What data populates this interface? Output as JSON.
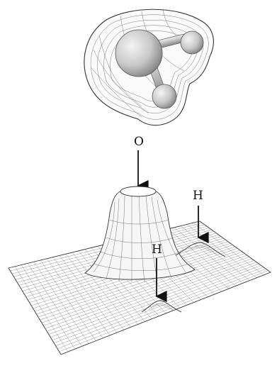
{
  "figure": {
    "labels": {
      "oxygen": "O",
      "hydrogen_right": "H",
      "hydrogen_left": "H"
    },
    "colors": {
      "line": "#222222",
      "mesh": "#555555",
      "atom_fill": "#d6d6d6",
      "atom_shade": "#9a9a9a"
    }
  }
}
